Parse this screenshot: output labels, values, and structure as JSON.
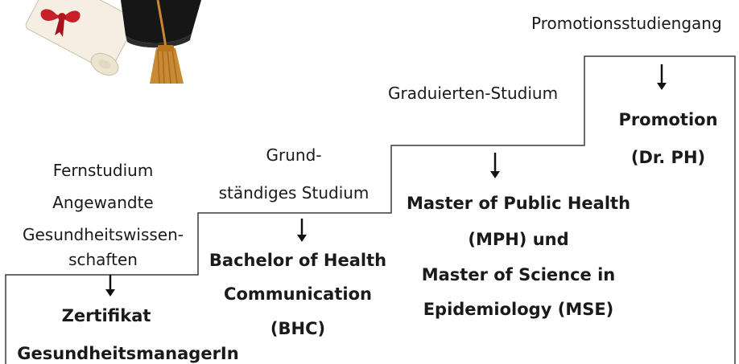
{
  "steps": {
    "promotion": {
      "category": "Promotionsstudiengang",
      "degree_line1": "Promotion",
      "degree_line2": "(Dr. PH)"
    },
    "graduate": {
      "category": "Graduierten-Studium",
      "degree_line1": "Master of Public Health",
      "degree_line2": "(MPH) und",
      "degree_line3": "Master of Science in",
      "degree_line4": "Epidemiology (MSE)"
    },
    "undergraduate": {
      "category_line1": "Grund-",
      "category_line2": "ständiges Studium",
      "degree_line1": "Bachelor of Health",
      "degree_line2": "Communication",
      "degree_line3": "(BHC)"
    },
    "distance": {
      "category_line1": "Fernstudium",
      "category_line2": "Angewandte",
      "category_line3": "Gesundheitswissen-",
      "category_line4": "schaften",
      "degree_line1": "Zertifikat",
      "degree_line2": "GesundheitsmanagerIn"
    }
  },
  "colors": {
    "stair_line": "#3a3a3a",
    "text": "#1a1a1a"
  },
  "images": {
    "graduation_illustration": "graduation-cap-and-diploma"
  }
}
